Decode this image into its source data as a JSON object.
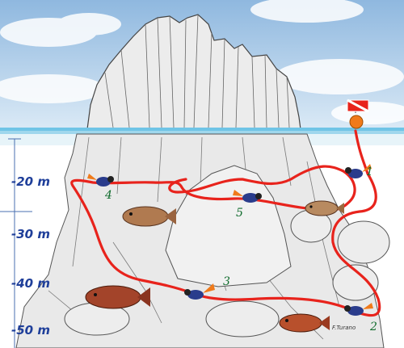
{
  "depth_labels": [
    "-20 m",
    "-30 m",
    "-40 m",
    "-50 m"
  ],
  "stop_numbers": [
    "1",
    "2",
    "3",
    "4",
    "5"
  ],
  "credit": "F.Turano",
  "colors": {
    "sky_top": "#9fc3e3",
    "sky_bottom": "#d8e9f5",
    "sea_surface": "#6fc4e6",
    "route": "#e8231c",
    "depth_text": "#1f3f9a",
    "stop_text": "#0f6b2c",
    "rock": "#e8e8e8",
    "rock_line": "#555555",
    "fish": "#b0592e",
    "diver_suit": "#2a3c8c",
    "fin": "#f07a1a"
  },
  "icons": [
    "dive-flag-icon",
    "surface-buoy-icon",
    "diver-icon",
    "grouper-fish-icon"
  ]
}
